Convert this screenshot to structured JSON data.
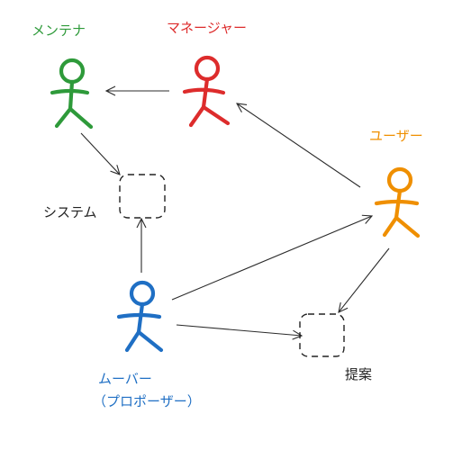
{
  "actors": {
    "maintainer": {
      "label": "メンテナ",
      "color": "#2e9a3a"
    },
    "manager": {
      "label": "マネージャー",
      "color": "#dd2c2c"
    },
    "user": {
      "label": "ユーザー",
      "color": "#ef8f00"
    },
    "mover": {
      "label": "ムーバー",
      "sublabel": "（プロポーザー）",
      "color": "#1f6fc4"
    }
  },
  "nodes": {
    "system": {
      "label": "システム"
    },
    "proposal": {
      "label": "提案"
    }
  },
  "edges": [
    {
      "from": "manager",
      "to": "maintainer"
    },
    {
      "from": "maintainer",
      "to": "system"
    },
    {
      "from": "user",
      "to": "manager"
    },
    {
      "from": "mover",
      "to": "system"
    },
    {
      "from": "mover",
      "to": "user"
    },
    {
      "from": "mover",
      "to": "proposal"
    },
    {
      "from": "user",
      "to": "proposal"
    }
  ]
}
